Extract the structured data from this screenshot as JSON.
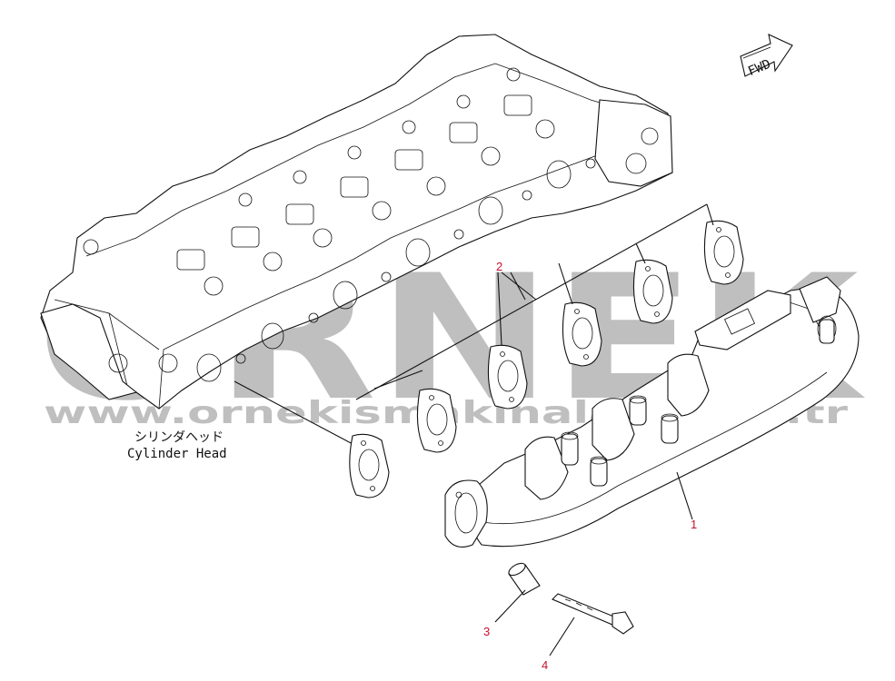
{
  "diagram": {
    "watermark": {
      "brand": "ÖRNEK",
      "url": "www.ornekismakinalari.com.tr",
      "color": "#8c8c8c"
    },
    "direction_arrow": {
      "label": "FWD"
    },
    "component_label": {
      "japanese": "シリンダヘッド",
      "english": "Cylinder Head"
    },
    "callouts": [
      {
        "number": "1",
        "part": "exhaust-manifold"
      },
      {
        "number": "2",
        "part": "manifold-gasket"
      },
      {
        "number": "3",
        "part": "spacer-sleeve"
      },
      {
        "number": "4",
        "part": "flange-bolt"
      }
    ],
    "callout_color": "#c8102e"
  }
}
